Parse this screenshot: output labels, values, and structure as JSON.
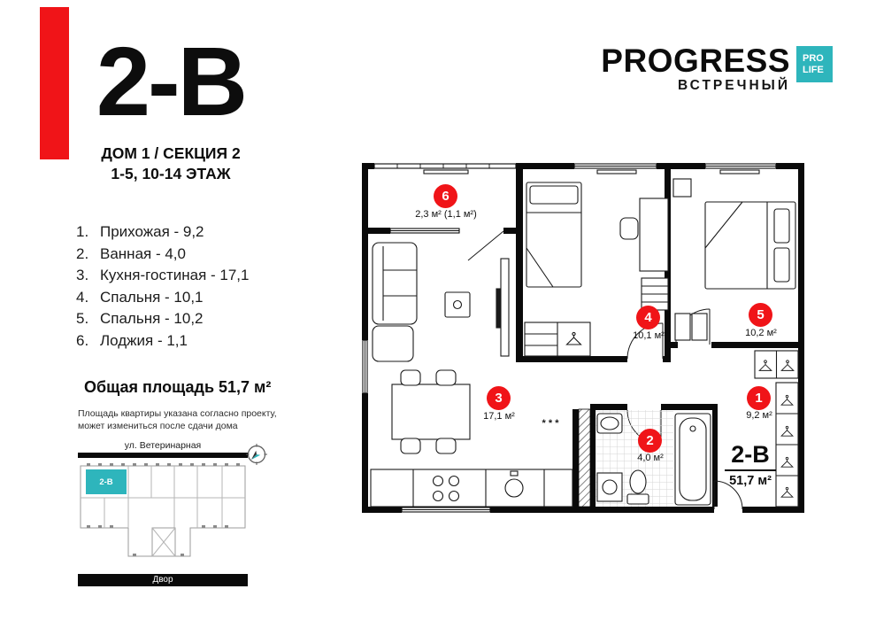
{
  "colors": {
    "accent_red": "#f01418",
    "accent_teal": "#2eb5bc",
    "ink": "#0d0d0d"
  },
  "header": {
    "apartment_code": "2-В",
    "location_line1": "ДОМ 1 / СЕКЦИЯ 2",
    "location_line2": "1-5, 10-14 ЭТАЖ"
  },
  "brand": {
    "name": "PROGRESS",
    "project": "ВСТРЕЧНЫЙ",
    "badge_top": "PRO",
    "badge_bottom": "LIFE"
  },
  "room_list": {
    "items": [
      {
        "num": "1.",
        "label": "Прихожая - 9,2"
      },
      {
        "num": "2.",
        "label": "Ванная - 4,0"
      },
      {
        "num": "3.",
        "label": "Кухня-гостиная - 17,1"
      },
      {
        "num": "4.",
        "label": "Спальня - 10,1"
      },
      {
        "num": "5.",
        "label": "Спальня - 10,2"
      },
      {
        "num": "6.",
        "label": "Лоджия - 1,1"
      }
    ]
  },
  "summary": {
    "total_area": "Общая площадь 51,7 м²",
    "disclaimer": "Площадь квартиры указана согласно проекту, может измениться после сдачи дома"
  },
  "site_plan": {
    "street": "ул. Ветеринарная",
    "yard": "Двор",
    "unit": "2-В"
  },
  "plan": {
    "unit_code": "2-В",
    "unit_area": "51,7 м²",
    "labels": [
      {
        "num": "6",
        "area": "2,3 м² (1,1 м²)"
      },
      {
        "num": "4",
        "area": "10,1 м²"
      },
      {
        "num": "5",
        "area": "10,2 м²"
      },
      {
        "num": "3",
        "area": "17,1 м²"
      },
      {
        "num": "2",
        "area": "4,0 м²"
      },
      {
        "num": "1",
        "area": "9,2 м²"
      }
    ]
  }
}
